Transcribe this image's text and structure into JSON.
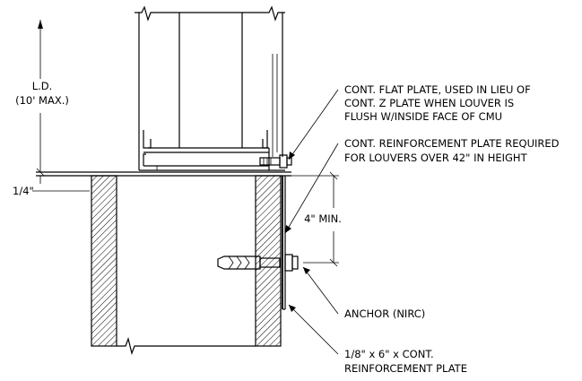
{
  "dimensions": {
    "ld_line1": "L.D.",
    "ld_line2": "(10' MAX.)",
    "gap": "1/4\"",
    "min_height": "4\" MIN."
  },
  "callouts": {
    "flat_plate": [
      "CONT. FLAT PLATE, USED IN LIEU OF",
      "CONT. Z PLATE WHEN LOUVER IS",
      "FLUSH W/INSIDE FACE OF CMU"
    ],
    "reinforcement_required": [
      "CONT. REINFORCEMENT PLATE REQUIRED",
      "FOR LOUVERS OVER 42\" IN HEIGHT"
    ],
    "anchor": "ANCHOR (NIRC)",
    "reinforcement_plate": [
      "1/8\" x 6\" x CONT.",
      "REINFORCEMENT PLATE"
    ]
  }
}
